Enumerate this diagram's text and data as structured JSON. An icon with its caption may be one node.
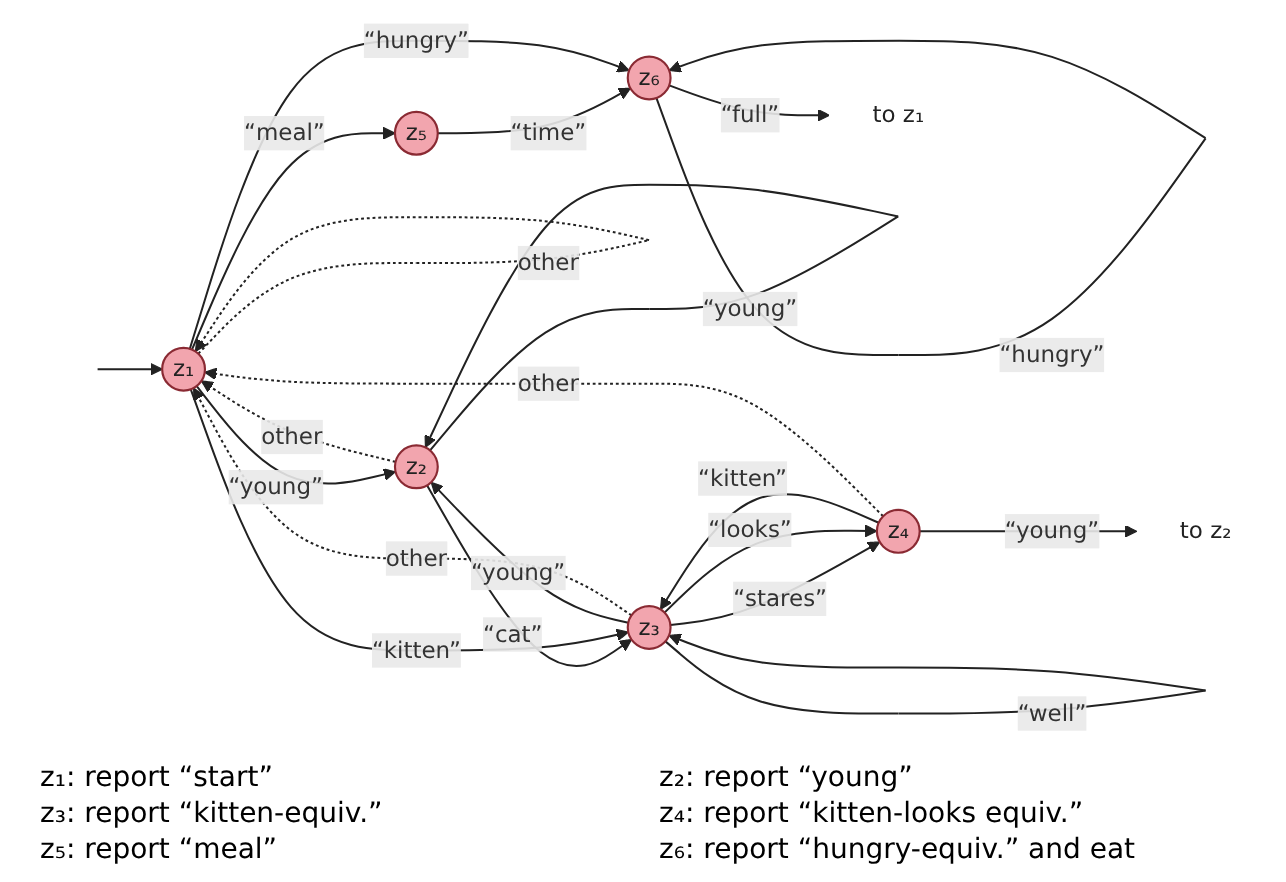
{
  "diagram": {
    "nodes": [
      {
        "text": [
          "z₁"
        ]
      },
      {
        "text": [
          "z₂"
        ]
      },
      {
        "text": [
          "z₃"
        ]
      },
      {
        "text": [
          "z₄"
        ]
      },
      {
        "text": [
          "to z₂"
        ]
      },
      {
        "text": [
          "z₅"
        ]
      },
      {
        "text": [
          "z₆"
        ]
      },
      {
        "text": [
          "to z₁"
        ]
      }
    ],
    "edges": [
      {
        "from": null,
        "to": 0,
        "arrow": "to"
      },
      {
        "from": 0,
        "to": 0,
        "arrow": "to",
        "label": "other",
        "style": "dashed"
      },
      {
        "from": 1,
        "to": 0,
        "arrow": "to",
        "label": "other",
        "style": "dashed"
      },
      {
        "from": 0,
        "to": 1,
        "arrow": "to",
        "label": "“young”"
      },
      {
        "from": 1,
        "to": 1,
        "arrow": "to",
        "label": "“young”"
      },
      {
        "from": 2,
        "to": 1,
        "arrow": "to",
        "label": "“young”"
      },
      {
        "from": 1,
        "to": 2,
        "arrow": "to",
        "label": "“cat”"
      },
      {
        "from": 0,
        "to": 2,
        "arrow": "to",
        "label": "“kitten”"
      },
      {
        "from": 2,
        "to": 2,
        "arrow": "to",
        "label": "“well”"
      },
      {
        "from": 3,
        "to": 2,
        "arrow": "to",
        "label": "“kitten”"
      },
      {
        "from": 2,
        "to": 3,
        "arrow": "to",
        "label": "“stares”"
      },
      {
        "from": 2,
        "to": 3,
        "arrow": "to",
        "label": "“looks”"
      },
      {
        "from": 2,
        "to": 0,
        "arrow": "to",
        "label": "other",
        "style": "dashed"
      },
      {
        "from": 3,
        "to": 0,
        "arrow": "to",
        "label": "other",
        "style": "dashed"
      },
      {
        "from": 3,
        "to": 4,
        "arrow": "to",
        "label": "“young”"
      },
      {
        "from": 0,
        "to": 5,
        "arrow": "to",
        "label": "“meal”"
      },
      {
        "from": 5,
        "to": 6,
        "arrow": "to",
        "label": "“time”"
      },
      {
        "from": 0,
        "to": 6,
        "arrow": "to",
        "label": "“hungry”"
      },
      {
        "from": 6,
        "to": 6,
        "arrow": "to",
        "label": "“hungry”"
      },
      {
        "from": 6,
        "to": 7,
        "arrow": "to",
        "label": "“full”"
      }
    ],
    "labels": [
      "z₁: report “start”",
      "z₂: report “young”",
      "z₃: report “kitten-equiv.”",
      "z₄: report “kitten-looks equiv.”",
      "z₅: report “meal”",
      "z₆: report “hungry-equiv.” and eat"
    ]
  }
}
